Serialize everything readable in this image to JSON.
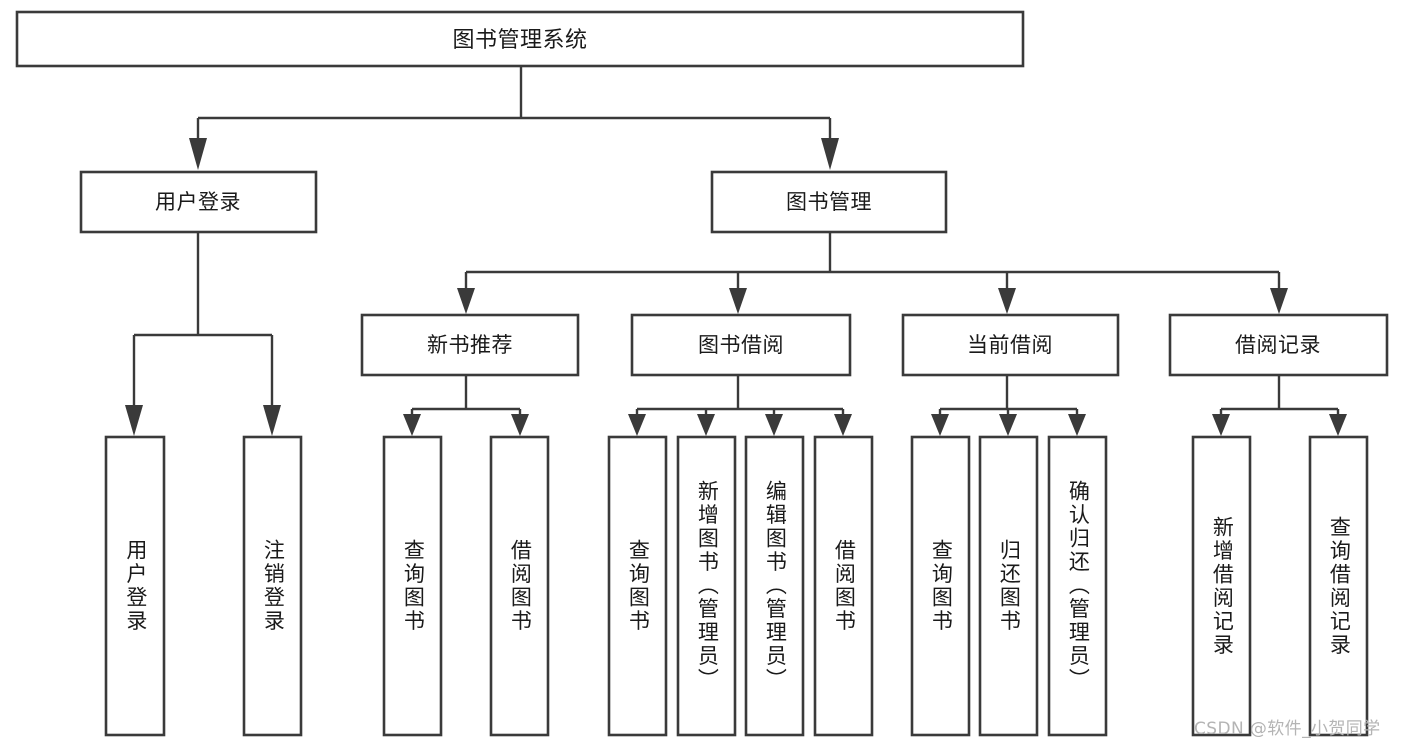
{
  "diagram": {
    "type": "hierarchy-tree",
    "title": "图书管理系统",
    "watermark": "CSDN @软件_小贺同学",
    "colors": {
      "stroke": "#3a3a3a",
      "box_fill": "#ffffff",
      "text": "#1a1a1a",
      "background": "#ffffff",
      "watermark": "#b4b4b4"
    },
    "root": {
      "label": "图书管理系统"
    },
    "level1": [
      {
        "label": "用户登录"
      },
      {
        "label": "图书管理"
      }
    ],
    "level2": [
      {
        "label": "新书推荐"
      },
      {
        "label": "图书借阅"
      },
      {
        "label": "当前借阅"
      },
      {
        "label": "借阅记录"
      }
    ],
    "leaves": [
      {
        "label": "用户登录",
        "parent": "用户登录"
      },
      {
        "label": "注销登录",
        "parent": "用户登录"
      },
      {
        "label": "查询图书",
        "parent": "新书推荐"
      },
      {
        "label": "借阅图书",
        "parent": "新书推荐"
      },
      {
        "label": "查询图书",
        "parent": "图书借阅"
      },
      {
        "label": "新增图书（管理员）",
        "parent": "图书借阅"
      },
      {
        "label": "编辑图书（管理员）",
        "parent": "图书借阅"
      },
      {
        "label": "借阅图书",
        "parent": "图书借阅"
      },
      {
        "label": "查询图书",
        "parent": "当前借阅"
      },
      {
        "label": "归还图书",
        "parent": "当前借阅"
      },
      {
        "label": "确认归还（管理员）",
        "parent": "当前借阅"
      },
      {
        "label": "新增借阅记录",
        "parent": "借阅记录"
      },
      {
        "label": "查询借阅记录",
        "parent": "借阅记录"
      }
    ]
  }
}
